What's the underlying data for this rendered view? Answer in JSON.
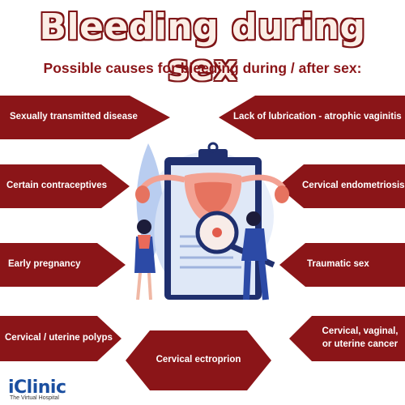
{
  "title": "Bleeding during sex",
  "subtitle": "Possible causes for bleeding during / after sex:",
  "causes": {
    "std": "Sexually transmitted disease",
    "lubrication": "Lack of lubrication - atrophic vaginitis",
    "contraceptives": "Certain contraceptives",
    "endometriosis": "Cervical endometriosis",
    "pregnancy": "Early pregnancy",
    "trauma": "Traumatic sex",
    "polyps": "Cervical / uterine polyps",
    "cancer_line1": "Cervical, vaginal,",
    "cancer_line2": "or uterine cancer",
    "ectropion": "Cervical ectroprion"
  },
  "logo": {
    "name": "iClinic",
    "tagline": "The Virtual Hospital"
  },
  "colors": {
    "accent": "#8b1518",
    "title_fill": "#fbeee6",
    "logo_blue": "#1b4fa0"
  }
}
